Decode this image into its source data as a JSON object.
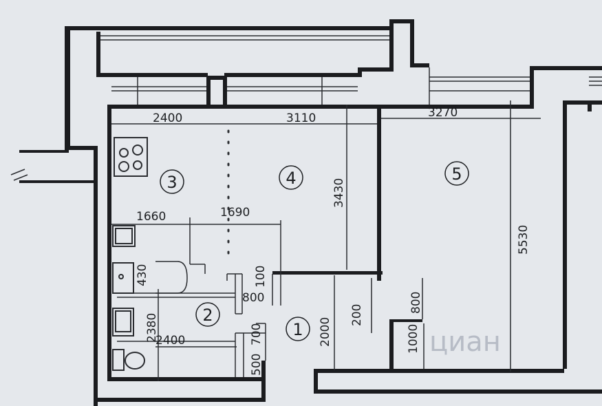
{
  "rooms": [
    {
      "id": "room-1",
      "label": "1"
    },
    {
      "id": "room-2",
      "label": "2"
    },
    {
      "id": "room-3",
      "label": "3"
    },
    {
      "id": "room-4",
      "label": "4"
    },
    {
      "id": "room-5",
      "label": "5"
    }
  ],
  "dimensions": {
    "top_room3_width": "2400",
    "top_room4_width": "3110",
    "top_room5_width": "3270",
    "room4_height": "3430",
    "room5_height": "5530",
    "corridor_left_width": "1660",
    "corridor_mid_width": "1690",
    "bath_height_small": "430",
    "bath_height": "2380",
    "bath_width": "2400",
    "door_height": "100",
    "door_width": "800",
    "closet_height": "700",
    "closet_small": "500",
    "hall_height": "2000",
    "hall_small": "200",
    "niche_height": "800",
    "niche_bottom": "1000"
  },
  "watermark": "циан",
  "colors": {
    "wall": "#1b1c1f",
    "paper": "#e9ebee",
    "line": "#2a2c30"
  }
}
